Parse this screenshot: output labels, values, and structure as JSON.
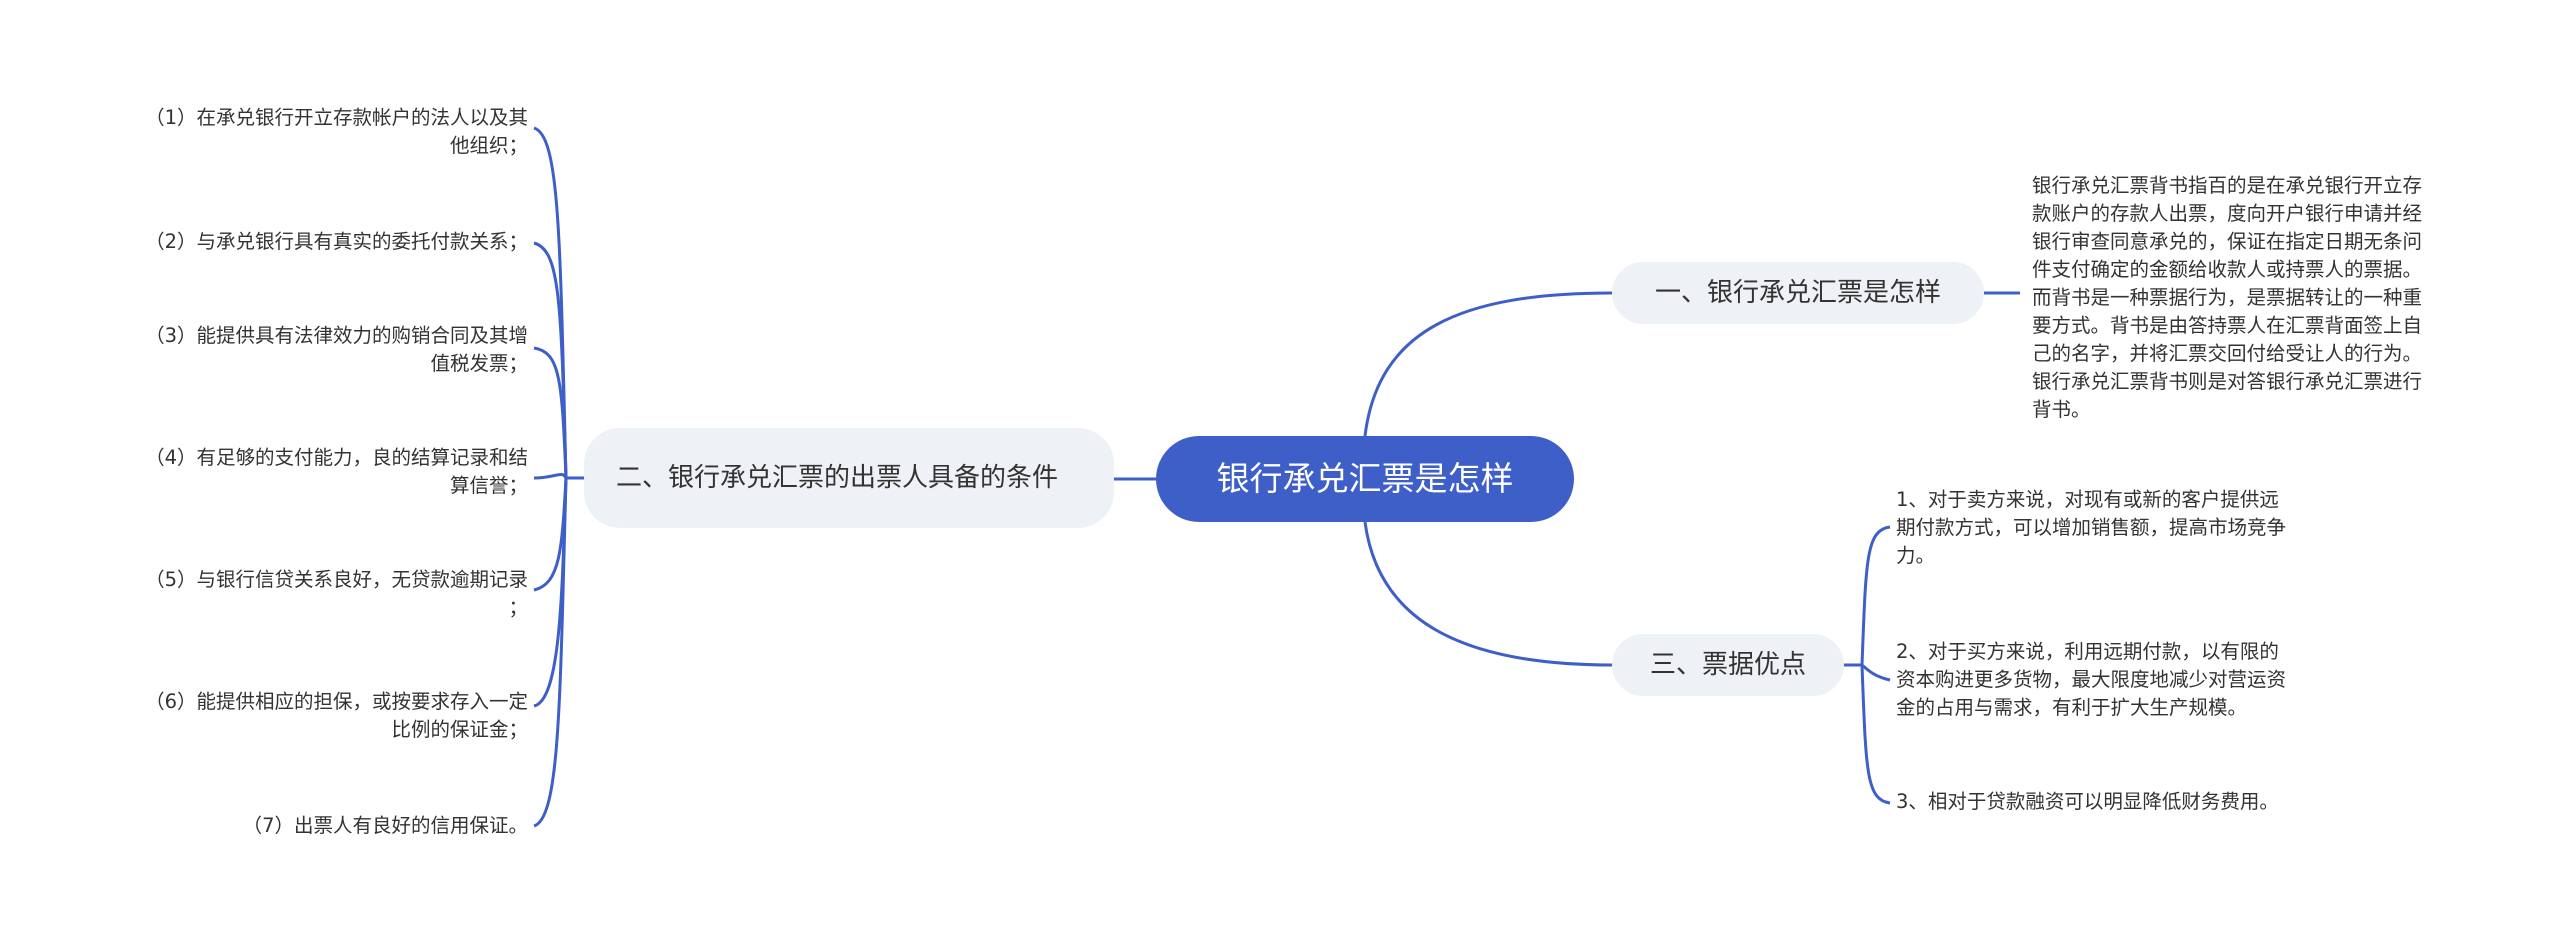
{
  "root": {
    "label": "银行承兑汇票是怎样"
  },
  "branches": [
    {
      "label": "一、银行承兑汇票是怎样",
      "leaves": [
        "银行承兑汇票背书指百的是在承兑银行开立存\n款账户的存款人出票，度向开户银行申请并经\n银行审查同意承兑的，保证在指定日期无条问\n件支付确定的金额给收款人或持票人的票据。\n而背书是一种票据行为，是票据转让的一种重\n要方式。背书是由答持票人在汇票背面签上自\n己的名字，并将汇票交回付给受让人的行为。\n银行承兑汇票背书则是对答银行承兑汇票进行\n背书。"
      ]
    },
    {
      "label": "二、银行承兑汇票的出票人具备的条件",
      "leaves": [
        "（1）在承兑银行开立存款帐户的法人以及其\n他组织；",
        "（2）与承兑银行具有真实的委托付款关系；",
        "（3）能提供具有法律效力的购销合同及其增\n值税发票；",
        "（4）有足够的支付能力，良的结算记录和结\n算信誉；",
        "（5）与银行信贷关系良好，无贷款逾期记录\n；",
        "（6）能提供相应的担保，或按要求存入一定\n比例的保证金；",
        "（7）出票人有良好的信用保证。"
      ]
    },
    {
      "label": "三、票据优点",
      "leaves": [
        "1、对于卖方来说，对现有或新的客户提供远\n期付款方式，可以增加销售额，提高市场竞争\n力。",
        "2、对于买方来说，利用远期付款，以有限的\n资本购进更多货物，最大限度地减少对营运资\n金的占用与需求，有利于扩大生产规模。",
        "3、相对于贷款融资可以明显降低财务费用。"
      ]
    }
  ],
  "colors": {
    "root_fill": "#3f5fc8",
    "branch_fill": "#eef1f5",
    "link": "#3f5fc8",
    "text": "#333333"
  }
}
